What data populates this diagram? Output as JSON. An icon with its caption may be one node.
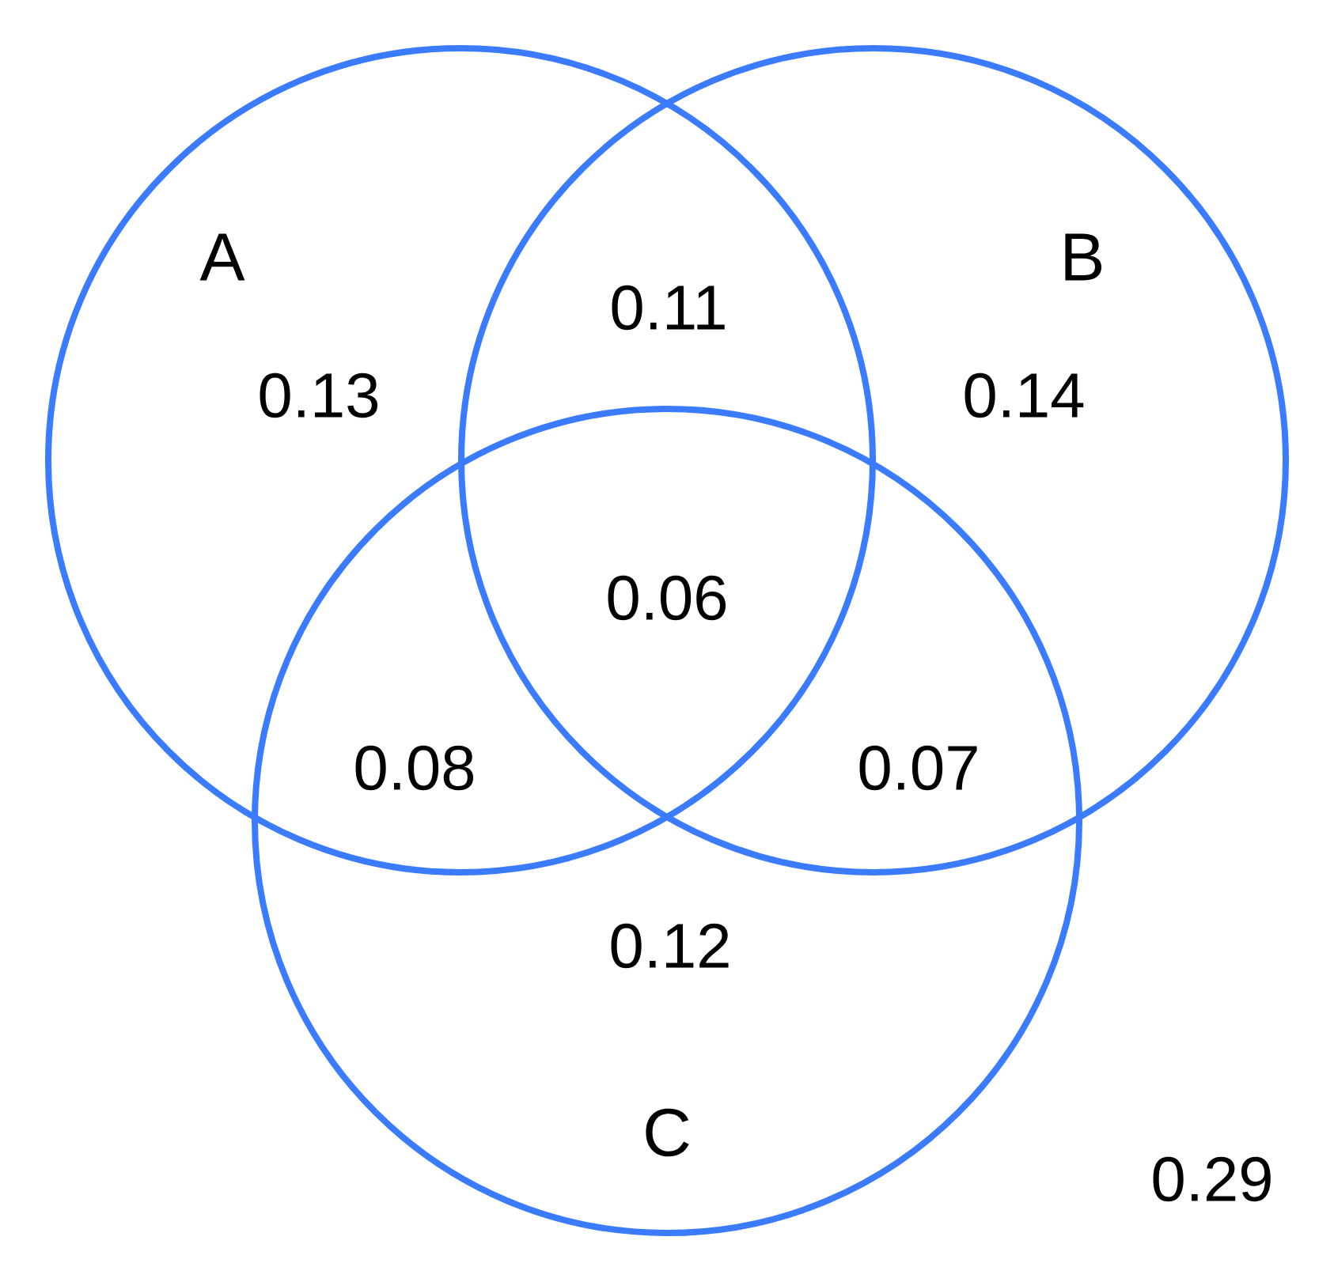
{
  "diagram": {
    "nodes": [
      {
        "text": [
          "A"
        ]
      },
      {
        "text": [
          "B"
        ]
      },
      {
        "text": [
          "C"
        ]
      }
    ],
    "edges": [],
    "labels": [
      "0.11",
      "0.13",
      "0.14",
      "0.06",
      "0.08",
      "0.07",
      "0.12",
      "0.29"
    ]
  }
}
